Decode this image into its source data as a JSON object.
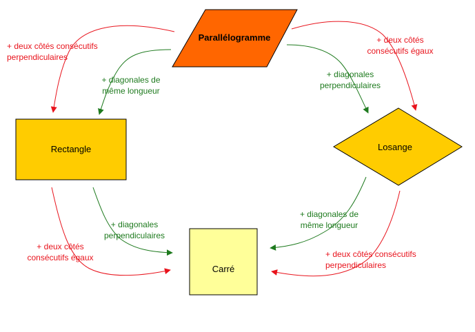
{
  "colors": {
    "parallelogram_fill": "#ff6600",
    "shape_fill": "#ffcc00",
    "square_fill": "#ffff99",
    "stroke": "#000000",
    "red": "#e8131c",
    "green": "#1e7a1e"
  },
  "shapes": {
    "parallelogram": "Parallélogramme",
    "rectangle": "Rectangle",
    "losange": "Losange",
    "carre": "Carré"
  },
  "labels": {
    "para_rect_red": "+ deux côtés consécutifs\nperpendiculaires",
    "para_rect_green": "+ diagonales de\nmême longueur",
    "para_los_red": "+ deux côtés\nconsécutifs égaux",
    "para_los_green": "+ diagonales\nperpendiculaires",
    "rect_carre_red": "+ deux côtés\nconsécutifs égaux",
    "rect_carre_green": "+ diagonales\nperpendiculaires",
    "los_carre_green": "+ diagonales de\nmême longueur",
    "los_carre_red": "+ deux côtés consécutifs\nperpendiculaires"
  }
}
